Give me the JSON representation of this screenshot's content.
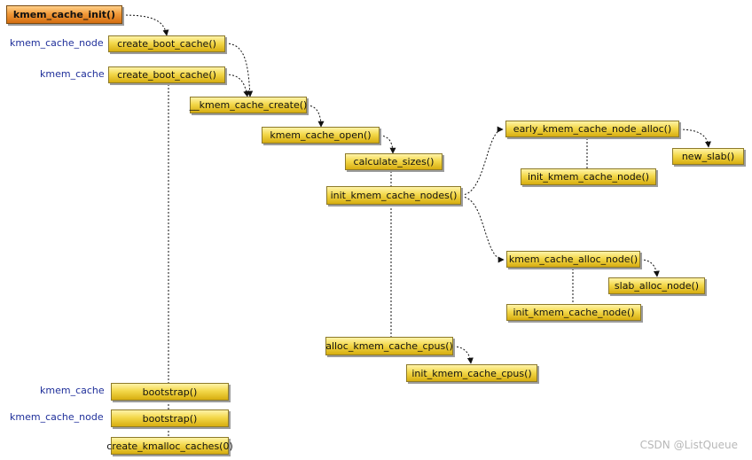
{
  "diagram": {
    "nodes": {
      "kmem_cache_init": "kmem_cache_init()",
      "create_boot_cache_1": "create_boot_cache()",
      "create_boot_cache_2": "create_boot_cache()",
      "__kmem_cache_create": "__kmem_cache_create()",
      "kmem_cache_open": "kmem_cache_open()",
      "calculate_sizes": "calculate_sizes()",
      "init_kmem_cache_nodes": "init_kmem_cache_nodes()",
      "early_kmem_cache_node_alloc": "early_kmem_cache_node_alloc()",
      "new_slab": "new_slab()",
      "init_kmem_cache_node_1": "init_kmem_cache_node()",
      "kmem_cache_alloc_node": "kmem_cache_alloc_node()",
      "slab_alloc_node": "slab_alloc_node()",
      "init_kmem_cache_node_2": "init_kmem_cache_node()",
      "alloc_kmem_cache_cpus": "alloc_kmem_cache_cpus()",
      "init_kmem_cache_cpus": "init_kmem_cache_cpus()",
      "bootstrap_1": "bootstrap()",
      "bootstrap_2": "bootstrap()",
      "create_kmalloc_caches": "create_kmalloc_caches(0)"
    },
    "labels": {
      "kmem_cache_node_1": "kmem_cache_node",
      "kmem_cache_1": "kmem_cache",
      "kmem_cache_2": "kmem_cache",
      "kmem_cache_node_2": "kmem_cache_node"
    },
    "watermark": "CSDN @ListQueue",
    "colors": {
      "node_fill": "#f3d84a",
      "root_fill": "#f19a3a",
      "label_text": "#1f2f9a",
      "wire": "#111111"
    }
  }
}
